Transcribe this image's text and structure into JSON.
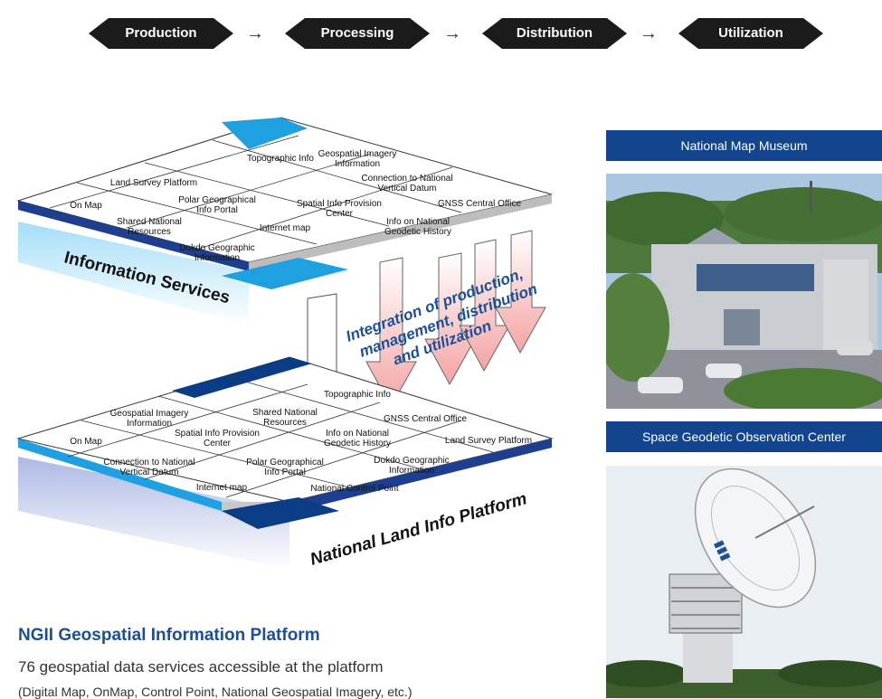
{
  "flow": {
    "steps": [
      "Production",
      "Processing",
      "Distribution",
      "Utilization"
    ],
    "arrow": "→"
  },
  "diagram": {
    "top_layer_label": "Information Services",
    "bottom_layer_label": "National Land Info Platform",
    "integration_text": [
      "Integration of production,",
      "management, distribution",
      "and utilization"
    ],
    "top_cells": [
      "Land Survey Platform",
      "Topographic Info",
      "Geospatial Imagery",
      "Information",
      "On Map",
      "Polar Geographical",
      "Info Portal",
      "Connection to National",
      "Vertical Datum",
      "Shared National",
      "Resources",
      "Internet map",
      "Spatial Info Provision",
      "Center",
      "GNSS Central Office",
      "Dokdo Geographic",
      "Information",
      "Info on National",
      "Geodetic History"
    ],
    "bottom_cells": [
      "Topographic Info",
      "Geospatial Imagery",
      "Information",
      "Shared National",
      "Resources",
      "GNSS Central Office",
      "On Map",
      "Spatial Info Provision",
      "Center",
      "Info on National",
      "Geodetic History",
      "Land Survey Platform",
      "Connection to National",
      "Vertical Datum",
      "Polar Geographical",
      "Info Portal",
      "Dokdo Geographic",
      "Information",
      "Internet map",
      "National Control Point"
    ]
  },
  "panels": [
    {
      "title": "National Map Museum",
      "photo_icon": "museum-building-photo"
    },
    {
      "title": "Space Geodetic Observation Center",
      "photo_icon": "radio-telescope-photo"
    }
  ],
  "caption": {
    "title": "NGII Geospatial Information Platform",
    "line1": "76 geospatial data services accessible at the platform",
    "line2": "(Digital Map, OnMap, Control Point, National Geospatial Imagery, etc.)"
  },
  "colors": {
    "brand_blue": "#13458f",
    "light_blue": "#1fa0e0",
    "dark_blue": "#0b3c86"
  }
}
